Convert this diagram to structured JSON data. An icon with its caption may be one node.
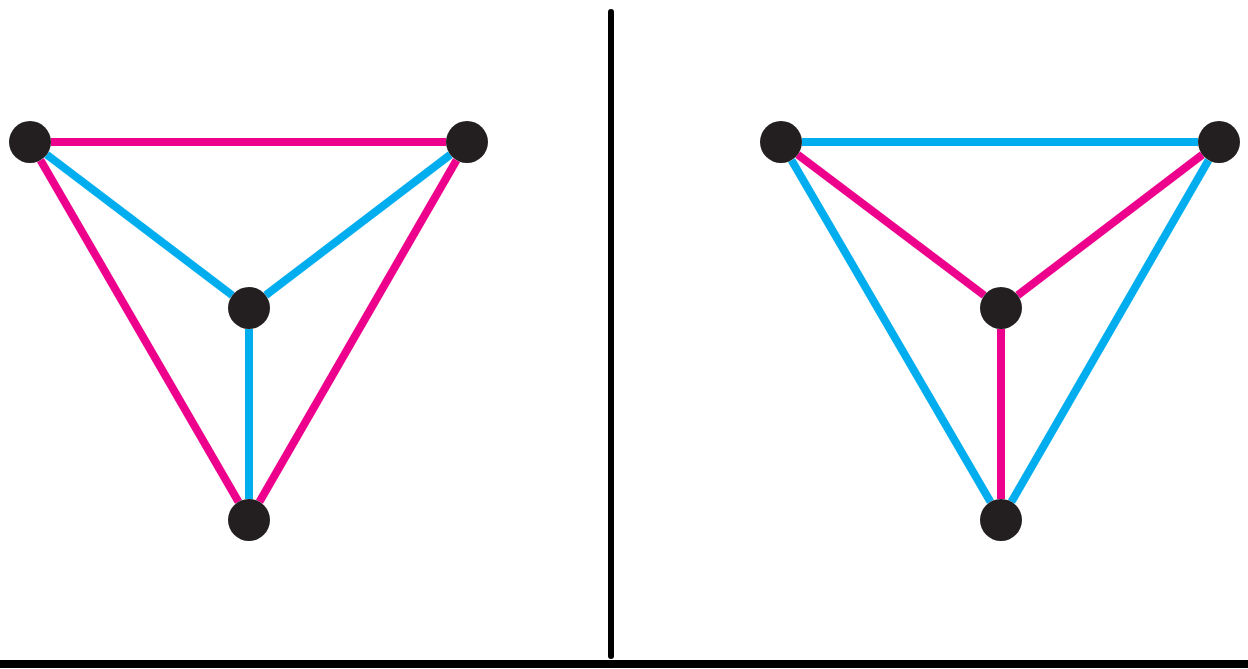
{
  "diagram": {
    "nodes": [
      {
        "text": [],
        "shape": "circle"
      },
      {
        "text": [],
        "shape": "circle"
      },
      {
        "text": [],
        "shape": "circle"
      },
      {
        "text": [],
        "shape": "circle"
      },
      {
        "text": [],
        "shape": "circle"
      },
      {
        "text": [],
        "shape": "circle"
      },
      {
        "text": [],
        "shape": "circle"
      },
      {
        "text": [],
        "shape": "circle"
      }
    ],
    "edges": [
      {
        "from": 0,
        "to": 1,
        "arrow": "none",
        "color": "#ec008c"
      },
      {
        "from": 0,
        "to": 2,
        "arrow": "none",
        "color": "#00aeef"
      },
      {
        "from": 1,
        "to": 2,
        "arrow": "none",
        "color": "#00aeef"
      },
      {
        "from": 2,
        "to": 3,
        "arrow": "none",
        "color": "#00aeef"
      },
      {
        "from": 0,
        "to": 3,
        "arrow": "none",
        "color": "#ec008c"
      },
      {
        "from": 1,
        "to": 3,
        "arrow": "none",
        "color": "#ec008c"
      },
      {
        "from": 4,
        "to": 5,
        "arrow": "none",
        "color": "#00aeef"
      },
      {
        "from": 4,
        "to": 6,
        "arrow": "none",
        "color": "#ec008c"
      },
      {
        "from": 5,
        "to": 6,
        "arrow": "none",
        "color": "#ec008c"
      },
      {
        "from": 6,
        "to": 7,
        "arrow": "none",
        "color": "#ec008c"
      },
      {
        "from": 4,
        "to": 7,
        "arrow": "none",
        "color": "#00aeef"
      },
      {
        "from": 5,
        "to": 7,
        "arrow": "none",
        "color": "#00aeef"
      }
    ]
  }
}
